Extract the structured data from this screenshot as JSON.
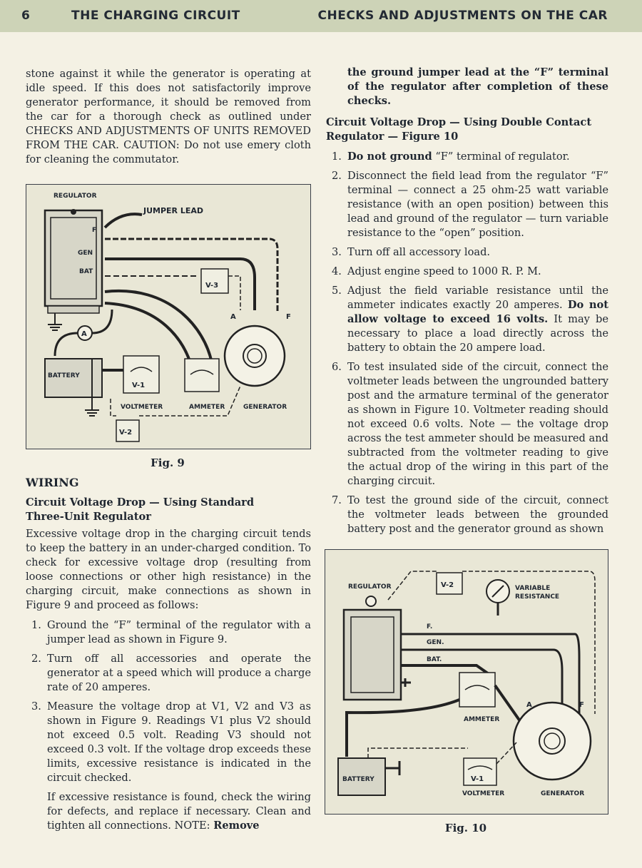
{
  "header": {
    "page_number": "6",
    "left_title": "THE CHARGING CIRCUIT",
    "right_title": "CHECKS AND ADJUSTMENTS ON THE CAR"
  },
  "left": {
    "intro": "stone against it while the generator is operating at idle speed. If this does not satisfactorily improve generator performance, it should be removed from the car for a thorough check as outlined under CHECKS AND ADJUSTMENTS OF UNITS REMOVED FROM THE CAR. CAUTION: Do not use emery cloth for cleaning the commutator.",
    "fig9": {
      "caption": "Fig. 9",
      "labels": {
        "regulator": "REGULATOR",
        "jumper": "JUMPER LEAD",
        "f": "F",
        "gen": "GEN",
        "bat": "BAT",
        "v3": "V-3",
        "a_term": "A",
        "f_term": "F",
        "ammeter_symbol": "A",
        "battery": "BATTERY",
        "v1": "V-1",
        "v2": "V-2",
        "voltmeter": "VOLTMETER",
        "ammeter": "AMMETER",
        "generator": "GENERATOR"
      }
    },
    "wiring_heading": "WIRING",
    "sub_heading_1": "Circuit Voltage Drop — Using Standard",
    "sub_heading_2": "Three-Unit Regulator",
    "para": "Excessive voltage drop in the charging circuit tends to keep the battery in an under-charged condition. To check for excessive voltage drop (resulting from loose connections or other high resistance) in the charging circuit, make connections as shown in Figure 9 and proceed as follows:",
    "steps": [
      {
        "n": "1.",
        "text": "Ground the “F” terminal of the regulator with a jumper lead as shown in Figure 9."
      },
      {
        "n": "2.",
        "text": "Turn off all accessories and operate the generator at a speed which will produce a charge rate of 20 amperes."
      },
      {
        "n": "3.",
        "text": "Measure the voltage drop at V1, V2 and V3 as shown in Figure 9. Readings V1 plus V2 should not exceed 0.5 volt. Reading V3 should not exceed 0.3 volt. If the voltage drop exceeds these limits, excessive resistance is indicated in the circuit checked."
      }
    ],
    "note_para": "If excessive resistance is found, check the wiring for defects, and replace if necessary. Clean and tighten all connections. NOTE:",
    "note_bold": "Remove"
  },
  "right": {
    "cont_bold": "the ground jumper lead at the “F” terminal of the regulator after completion of these checks.",
    "sub_heading_1": "Circuit Voltage Drop — Using Double Contact",
    "sub_heading_2": "Regulator — Figure 10",
    "steps": [
      {
        "n": "1.",
        "bold": "Do not ground",
        "text": " “F” terminal of regulator."
      },
      {
        "n": "2.",
        "text": "Disconnect the field lead from the regulator “F” terminal — connect a 25 ohm-25 watt variable resistance (with an open position) between this lead and ground of the regulator — turn variable resistance to the “open” position."
      },
      {
        "n": "3.",
        "text": "Turn off all accessory load."
      },
      {
        "n": "4.",
        "text": "Adjust engine speed to 1000 R. P. M."
      },
      {
        "n": "5.",
        "text": "Adjust the field variable resistance until the ammeter indicates exactly 20 amperes.",
        "bold": "Do not allow voltage to exceed 16 volts.",
        "text2": " It may be necessary to place a load directly across the battery to obtain the 20 ampere load."
      },
      {
        "n": "6.",
        "text": "To test insulated side of the circuit, connect the voltmeter leads between the ungrounded battery post and the armature terminal of the generator as shown in Figure 10. Voltmeter reading should not exceed 0.6 volts. Note — the voltage drop across the test ammeter should be measured and subtracted from the voltmeter reading to give the actual drop of the wiring in this part of the charging circuit."
      },
      {
        "n": "7.",
        "text": "To test the ground side of the circuit, connect the voltmeter leads between the grounded battery post and the generator ground as shown"
      }
    ],
    "fig10": {
      "caption": "Fig. 10",
      "labels": {
        "regulator": "REGULATOR",
        "v2": "V-2",
        "variable": "VARIABLE",
        "resistance": "RESISTANCE",
        "f": "F.",
        "gen": "GEN.",
        "bat": "BAT.",
        "ammeter": "AMMETER",
        "a_term": "A",
        "f_term": "F",
        "battery": "BATTERY",
        "v1": "V-1",
        "voltmeter": "VOLTMETER",
        "generator": "GENERATOR"
      }
    }
  }
}
